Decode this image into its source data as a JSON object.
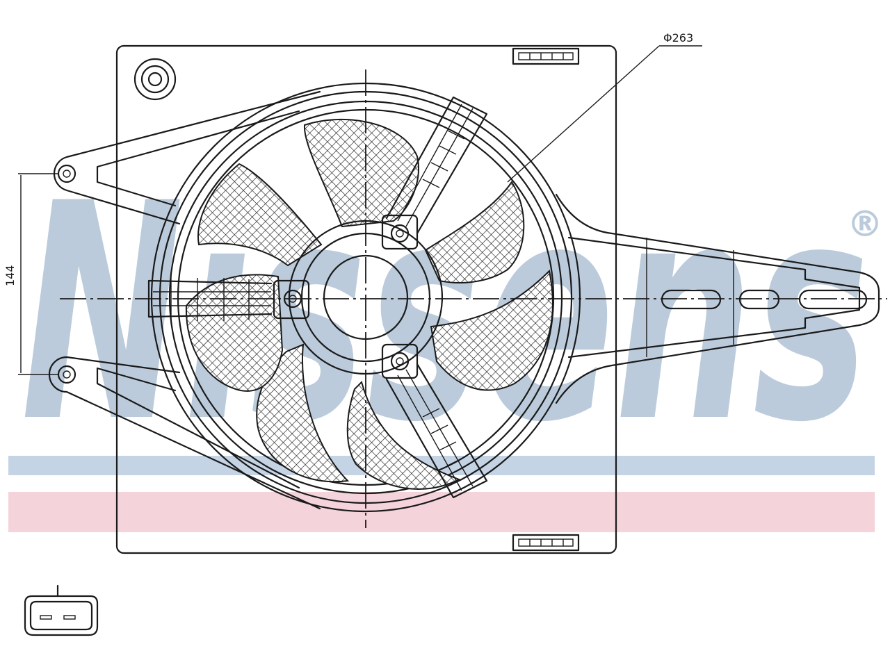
{
  "watermark": {
    "brand": "Nissens",
    "registered_mark": "®",
    "brand_color": "#2f5f92",
    "stripe_colors": [
      "#b9cde2",
      "#f2c9d2"
    ]
  },
  "dimensions": {
    "fan_diameter": "Φ263",
    "mount_spacing": "144"
  },
  "icons": [
    "mount-hole-icon",
    "connector-icon",
    "label-plate-icon"
  ],
  "line_color": "#1a1a1a"
}
